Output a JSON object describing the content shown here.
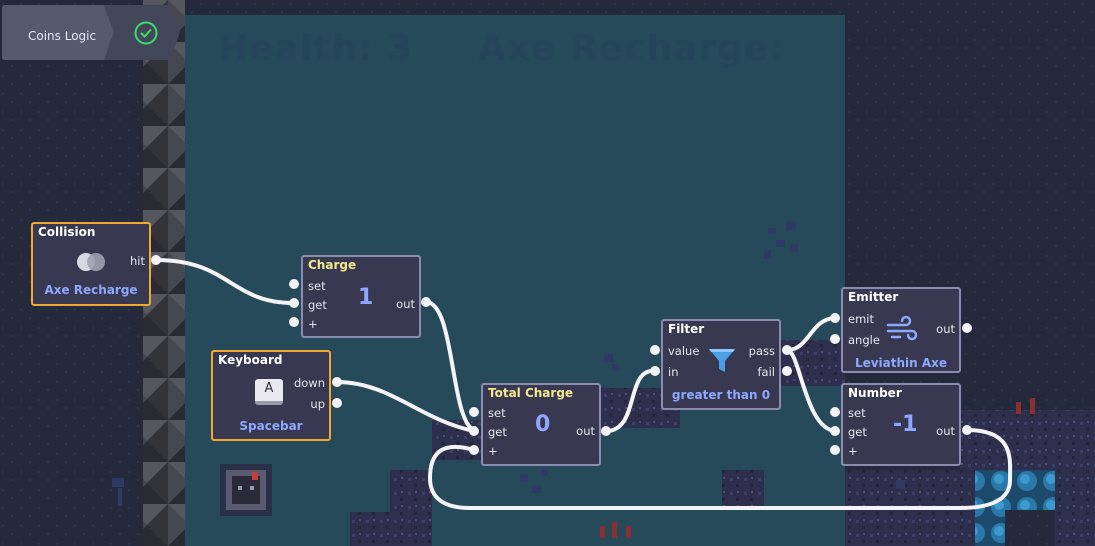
{
  "tab": {
    "label": "Coins Logic",
    "status": "check-circle-icon"
  },
  "hud": {
    "health": "Health: 3",
    "axe": "Axe Recharge:"
  },
  "nodes": {
    "collision": {
      "title": "Collision",
      "out": "hit",
      "label": "Axe Recharge"
    },
    "charge": {
      "title": "Charge",
      "ports_in": [
        "set",
        "get",
        "+"
      ],
      "out": "out",
      "value": "1"
    },
    "keyboard": {
      "title": "Keyboard",
      "key": "A",
      "out1": "down",
      "out2": "up",
      "label": "Spacebar"
    },
    "total": {
      "title": "Total Charge",
      "ports_in": [
        "set",
        "get",
        "+"
      ],
      "out": "out",
      "value": "0"
    },
    "filter": {
      "title": "Filter",
      "in1": "value",
      "in2": "in",
      "out1": "pass",
      "out2": "fail",
      "label": "greater than 0"
    },
    "emitter": {
      "title": "Emitter",
      "in1": "emit",
      "in2": "angle",
      "out": "out",
      "label": "Leviathin Axe"
    },
    "number": {
      "title": "Number",
      "ports_in": [
        "set",
        "get",
        "+"
      ],
      "out": "out",
      "value": "-1"
    }
  },
  "colors": {
    "trigger_border": "#f0a830",
    "node_border": "#8c8cb0",
    "accent": "#8fa8ff",
    "title_yellow": "#f2ea8a",
    "check": "#3ddc6a"
  }
}
